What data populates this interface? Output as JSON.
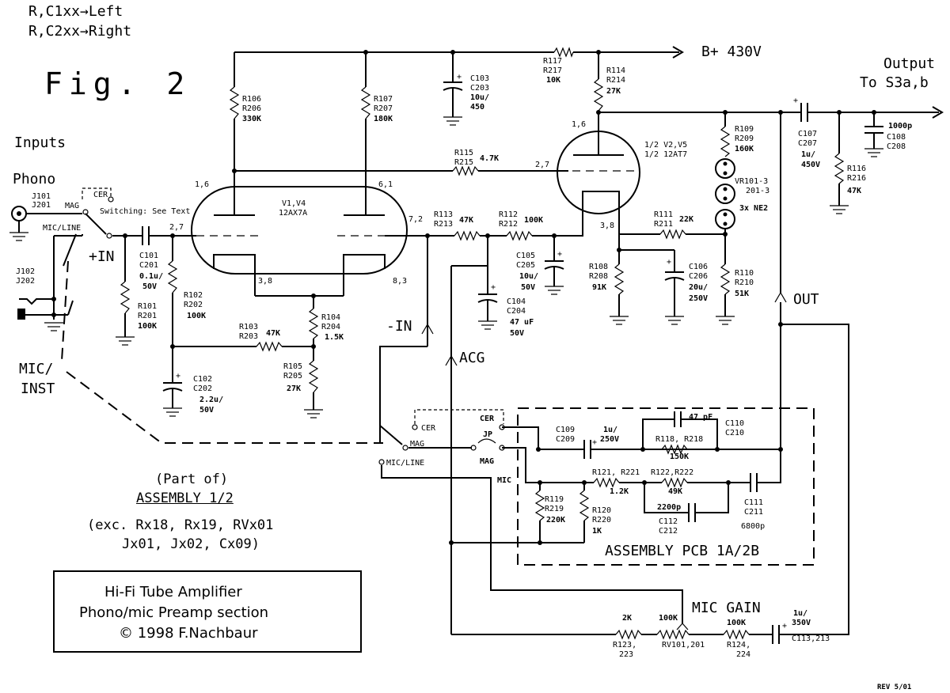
{
  "header": {
    "legend_left": "R,C1xx→Left",
    "legend_right": "R,C2xx→Right",
    "figure": "Fig. 2"
  },
  "inputs": {
    "heading": "Inputs",
    "phono": "Phono",
    "mic_inst1": "MIC/",
    "mic_inst2": "INST"
  },
  "assembly": {
    "part_of": "(Part of)",
    "title": "ASSEMBLY 1/2",
    "exc1": "(exc. Rx18, Rx19, RVx01",
    "exc2": "Jx01, Jx02, Cx09)"
  },
  "title_block": {
    "line1": "Hi-Fi Tube Amplifier",
    "line2": "Phono/mic Preamp section",
    "line3": "© 1998 F.Nachbaur"
  },
  "footer": {
    "rev": "REV 5/01"
  },
  "labels": {
    "bplus": "B+ 430V",
    "output1": "Output",
    "output2": "To S3a,b",
    "out": "OUT",
    "acg": "ACG",
    "minus_in": "-IN",
    "plus_in": "+IN",
    "mic_gain": "MIC GAIN",
    "assembly_pcb": "ASSEMBLY PCB 1A/2B",
    "switching": "Switching: See Text",
    "switch_cer1": "CER",
    "switch_mag1": "MAG",
    "switch_micline1": "MIC/LINE",
    "switch_cer2": "CER",
    "switch_mag2": "MAG",
    "switch_micline2": "MIC/LINE",
    "cer": "CER",
    "jp": "JP",
    "mag": "MAG",
    "mic": "MIC",
    "j101a": "J101",
    "j101b": "J201",
    "j102a": "J102",
    "j102b": "J202",
    "r117a": "R117",
    "r117b": "R217",
    "r117v": "10K",
    "c103a": "C103",
    "c103b": "C203",
    "c103c": "10u/",
    "c103d": "450",
    "r106a": "R106",
    "r106b": "R206",
    "r106v": "330K",
    "r107a": "R107",
    "r107b": "R207",
    "r107v": "180K",
    "r115a": "R115",
    "r115b": "R215",
    "r115v": "4.7K",
    "v2grid": "2,7",
    "v1a": "V1,V4",
    "v1b": "12AX7A",
    "v1pin16": "1,6",
    "v1pin61": "6,1",
    "v1pin27": "2,7",
    "v1pin72": "7,2",
    "v1pin38": "3,8",
    "v1pin83": "8,3",
    "r104a": "R104",
    "r104b": "R204",
    "r104v": "1.5K",
    "r105a": "R105",
    "r105b": "R205",
    "r105v": "27K",
    "r103a": "R103",
    "r103b": "R203",
    "r103v": "47K",
    "c101a": "C101",
    "c101b": "C201",
    "c101c": "0.1u/",
    "c101d": "50V",
    "r101a": "R101",
    "r101b": "R201",
    "r101v": "100K",
    "r102a": "R102",
    "r102b": "R202",
    "r102v": "100K",
    "c102a": "C102",
    "c102b": "C202",
    "c102c": "2.2u/",
    "c102d": "50V",
    "r114a": "R114",
    "r114b": "R214",
    "r114v": "27K",
    "v2pin16": "1,6",
    "v2a": "1/2 V2,V5",
    "v2b": "1/2 12AT7",
    "v2pin38": "3,8",
    "r109a": "R109",
    "r109b": "R209",
    "r109v": "160K",
    "vr101a": "VR101-3",
    "vr101b": "201-3",
    "neon": "3x NE2",
    "r110a": "R110",
    "r110b": "R210",
    "r110v": "51K",
    "r111a": "R111",
    "r111b": "R211",
    "r111v": "22K",
    "r108a": "R108",
    "r108b": "R208",
    "r108v": "91K",
    "c106a": "C106",
    "c106b": "C206",
    "c106c": "20u/",
    "c106d": "250V",
    "r113a": "R113",
    "r113b": "R213",
    "r113v": "47K",
    "r112a": "R112",
    "r112b": "R212",
    "r112v": "100K",
    "c105a": "C105",
    "c105b": "C205",
    "c105c": "10u/",
    "c105d": "50V",
    "c104a": "C104",
    "c104b": "C204",
    "c104c": "47 uF",
    "c104d": "50V",
    "c107a": "C107",
    "c107b": "C207",
    "c107c": "1u/",
    "c107d": "450V",
    "r116a": "R116",
    "r116b": "R216",
    "r116v": "47K",
    "c108v": "1000p",
    "c108a": "C108",
    "c108b": "C208",
    "c109a": "C109",
    "c109b": "C209",
    "c109c": "1u/",
    "c109d": "250V",
    "c110v": "47 pF",
    "c110a": "C110",
    "c110b": "C210",
    "r118a": "R118, R218",
    "r118v": "150K",
    "r121a": "R121, R221",
    "r121v": "1.2K",
    "r122a": "R122,R222",
    "r122v": "49K",
    "c111a": "C111",
    "c111b": "C211",
    "c111v": "6800p",
    "c112v": "2200p",
    "c112a": "C112",
    "c112b": "C212",
    "r119a": "R119",
    "r119b": "R219",
    "r119v": "220K",
    "r120a": "R120",
    "r120b": "R220",
    "r120v": "1K",
    "r123v": "2K",
    "r123a": "R123,",
    "r123b": "223",
    "rv101v": "100K",
    "rv101a": "RV101,201",
    "r124v": "100K",
    "r124a": "R124,",
    "r124b": "224",
    "c113v1": "1u/",
    "c113v2": "350V",
    "c113a": "C113,213"
  }
}
